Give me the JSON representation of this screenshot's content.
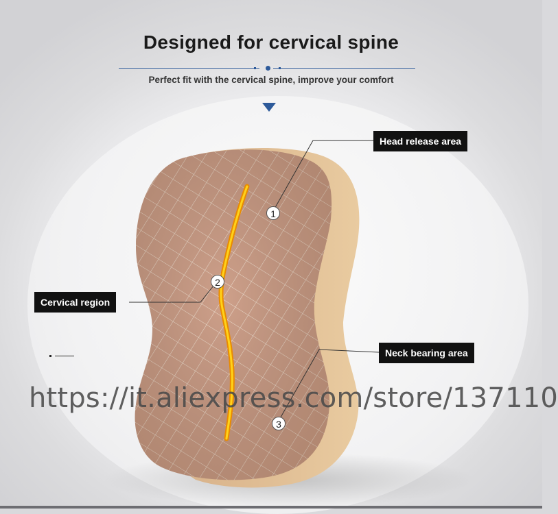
{
  "header": {
    "title": "Designed for cervical spine",
    "subtitle": "Perfect fit with the cervical spine, improve your comfort"
  },
  "callouts": [
    {
      "number": "1",
      "label": "Head release area"
    },
    {
      "number": "2",
      "label": "Cervical region"
    },
    {
      "number": "3",
      "label": "Neck bearing area"
    }
  ],
  "watermark": "https://it.aliexpress.com/store/137110",
  "colors": {
    "accent": "#2d5a9a",
    "pillow": "#cfa287",
    "pillow_side": "#e3c190",
    "spine": "#f5b800",
    "label_bg": "#111111"
  },
  "icons": [
    "chevron-down-icon"
  ]
}
